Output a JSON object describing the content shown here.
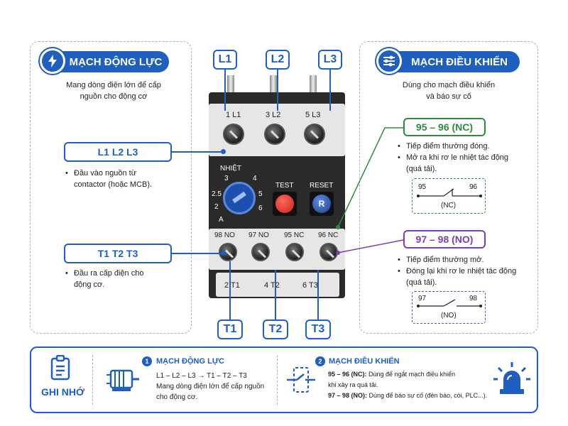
{
  "left_panel": {
    "title": "MẠCH ĐỘNG LỰC",
    "subtitle_line1": "Mang dòng điện lớn để cấp",
    "subtitle_line2": "nguồn cho động cơ",
    "input_label": "L1 L2 L3",
    "input_desc_line1": "Đầu vào nguồn từ",
    "input_desc_line2": "contactor (hoặc MCB).",
    "output_label": "T1 T2 T3",
    "output_desc_line1": "Đầu ra cấp điện cho",
    "output_desc_line2": "động cơ."
  },
  "right_panel": {
    "title": "MẠCH ĐIỀU KHIỂN",
    "subtitle_line1": "Dùng cho mạch điều khiển",
    "subtitle_line2": "và báo sự cố",
    "nc": {
      "label": "95 – 96 (NC)",
      "bullet1": "Tiếp điểm thường đóng.",
      "bullet2_line1": "Mở ra khi rơ le nhiệt tác động",
      "bullet2_line2": "(quá tải).",
      "left_num": "95",
      "right_num": "96",
      "tag": "(NC)"
    },
    "no": {
      "label": "97 – 98 (NO)",
      "bullet1": "Tiếp điểm thường mở.",
      "bullet2_line1": "Đóng lại khi rơ le nhiệt tác động",
      "bullet2_line2": "(quá tải).",
      "left_num": "97",
      "right_num": "98",
      "tag": "(NO)"
    }
  },
  "top_labels": [
    "L1",
    "L2",
    "L3"
  ],
  "bottom_labels": [
    "T1",
    "T2",
    "T3"
  ],
  "relay": {
    "top_terms": [
      "1 L1",
      "3 L2",
      "5 L3"
    ],
    "dial_title": "NHIỆT",
    "dial_numbers": [
      "3",
      "4",
      "5",
      "6",
      "2.5",
      "2",
      "A"
    ],
    "test": "TEST",
    "reset": "RESET",
    "reset_letter": "R",
    "mid_terms": [
      "98 NO",
      "97 NO",
      "95 NC",
      "96 NC"
    ],
    "bot_terms": [
      "2 T1",
      "4 T2",
      "6 T3"
    ]
  },
  "bottom": {
    "memo": "GHI NHỚ",
    "s1_num": "1",
    "s1_title": "MẠCH ĐỘNG LỰC",
    "s1_line1": "L1 – L2 – L3 → T1 – T2 – T3",
    "s1_line2": "Mang dòng điện lớn để cấp nguồn",
    "s1_line3": "cho động cơ.",
    "s2_num": "2",
    "s2_title": "MẠCH ĐIỀU KHIỂN",
    "s2_line1_b": "95 – 96 (NC):",
    "s2_line1": " Dùng để ngắt mạch điều khiển",
    "s2_line2": "khi xảy ra quá tải.",
    "s2_line3_b": "97 – 98 (NO):",
    "s2_line3": " Dùng để báo sự cố (đèn báo, còi, PLC...)."
  },
  "colors": {
    "blue": "#1f5fbf",
    "green": "#2e8b3e",
    "purple": "#7b3fb5"
  }
}
